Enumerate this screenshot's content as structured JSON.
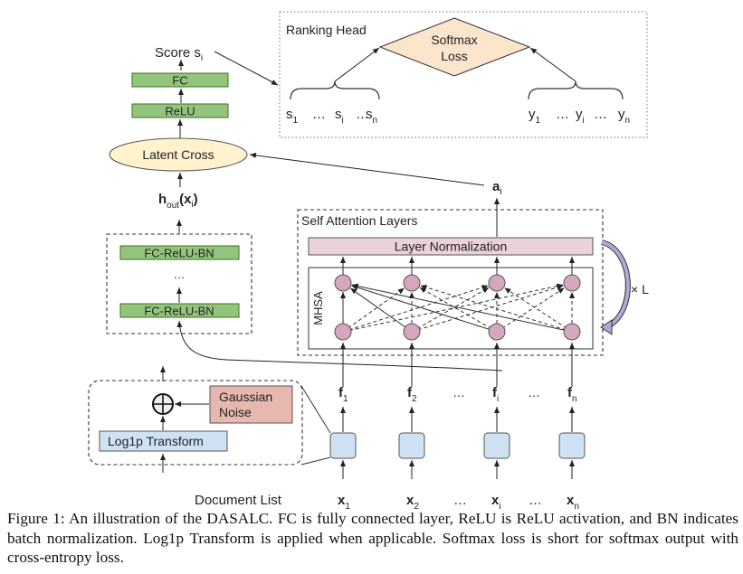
{
  "colors": {
    "green_box": "#93c47d",
    "green_stroke": "#38761d",
    "latent_fill": "#fff2cc",
    "diamond_fill": "#fce5cd",
    "layer_norm_fill": "#ead1dc",
    "node_fill": "#d5a6bd",
    "noise_fill": "#e6b8af",
    "blue_box": "#cfe2f3",
    "loop_arrow": "#b4a7d6"
  },
  "ranking_head": {
    "title": "Ranking Head",
    "loss_line1": "Softmax",
    "loss_line2": "Loss",
    "scores": [
      {
        "base": "s",
        "sub": "1"
      },
      {
        "base": "…"
      },
      {
        "base": "s",
        "sub": "i"
      },
      {
        "base": "…"
      },
      {
        "base": "s",
        "sub": "n"
      }
    ],
    "labels": [
      {
        "base": "y",
        "sub": "1"
      },
      {
        "base": "…"
      },
      {
        "base": "y",
        "sub": "i"
      },
      {
        "base": "…"
      },
      {
        "base": "y",
        "sub": "n"
      }
    ]
  },
  "tower": {
    "score_label": "Score s",
    "score_sub": "i",
    "fc": "FC",
    "relu": "ReLU",
    "latent_cross": "Latent Cross",
    "hout_base": "h",
    "hout_sub": "out",
    "hout_arg": "(x",
    "hout_arg_sub": "i",
    "hout_close": ")",
    "fc_relu_bn_top": "FC-ReLU-BN",
    "ellipsis": "…",
    "fc_relu_bn_bottom": "FC-ReLU-BN"
  },
  "attention": {
    "title": "Self Attention Layers",
    "layer_norm": "Layer Normalization",
    "mhsa": "MHSA",
    "repeat": "× L",
    "output_base": "a",
    "output_sub": "i"
  },
  "input_block": {
    "gaussian_line1": "Gaussian",
    "gaussian_line2": "Noise",
    "log1p": "Log1p Transform"
  },
  "features": [
    {
      "base": "f",
      "sub": "1"
    },
    {
      "base": "f",
      "sub": "2"
    },
    {
      "base": "…"
    },
    {
      "base": "f",
      "sub": "i"
    },
    {
      "base": "…"
    },
    {
      "base": "f",
      "sub": "n"
    }
  ],
  "documents": {
    "label": "Document List",
    "items": [
      {
        "base": "x",
        "sub": "1"
      },
      {
        "base": "x",
        "sub": "2"
      },
      {
        "base": "…"
      },
      {
        "base": "x",
        "sub": "i"
      },
      {
        "base": "…"
      },
      {
        "base": "x",
        "sub": "n"
      }
    ]
  },
  "caption": "Figure 1: An illustration of the DASALC. FC is fully connected layer, ReLU is ReLU activation, and BN indicates batch normalization. Log1p Transform is applied when applicable. Softmax loss is short for softmax output with cross-entropy loss."
}
